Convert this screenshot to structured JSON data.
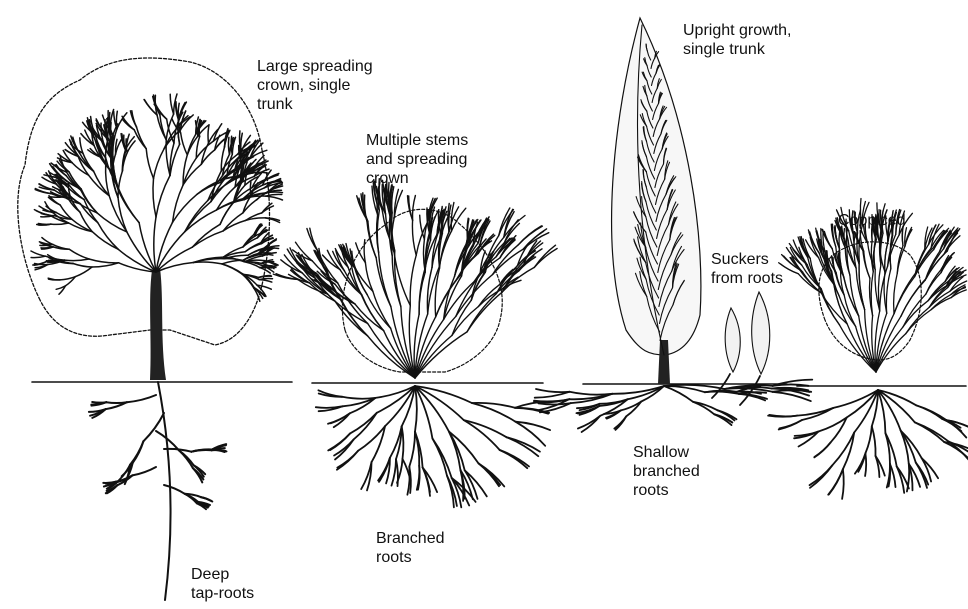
{
  "labels": {
    "large_crown": "Large spreading\ncrown, single\ntrunk",
    "multiple_stems": "Multiple stems\nand spreading\ncrown",
    "upright": "Upright growth,\nsingle trunk",
    "coppiced": "Coppiced",
    "suckers": "Suckers\nfrom roots",
    "deep_roots": "Deep\ntap-roots",
    "branched_roots": "Branched\nroots",
    "shallow_roots": "Shallow\nbranched\nroots"
  }
}
